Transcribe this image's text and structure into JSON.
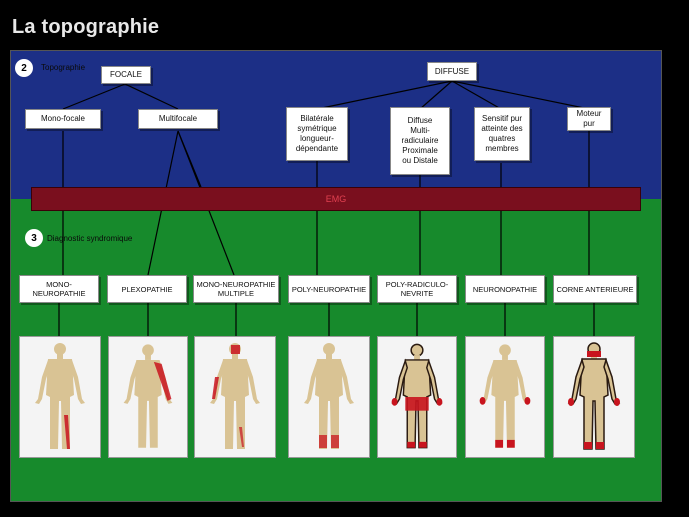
{
  "title": "La topographie",
  "section2": {
    "number": "2",
    "label": "Topographie"
  },
  "section3": {
    "number": "3",
    "label": "Diagnostic syndromique"
  },
  "topo": {
    "focale": "FOCALE",
    "diffuse": "DIFFUSE",
    "mono_focale": "Mono-focale",
    "multifocale": "Multifocale",
    "bilaterale": "Bilatérale\nsymétrique\nlongueur-\ndépendante",
    "diffuse_multi": "Diffuse\nMulti-\nradiculaire\nProximale\nou Distale",
    "sensitif": "Sensitif pur\natteinte des\nquatres\nmembres",
    "moteur": "Moteur\npur"
  },
  "emg": "EMG",
  "diagnostics": [
    "MONO-\nNEUROPATHIE",
    "PLEXOPATHIE",
    "MONO-NEUROPATHIE\nMULTIPLE",
    "POLY-NEUROPATHIE",
    "POLY-RADICULO-\nNEVRITE",
    "NEURONOPATHIE",
    "CORNE ANTERIEURE"
  ],
  "colors": {
    "blue_band": "#1c2f86",
    "green_band": "#178a2c",
    "emg_bar": "#7a0f1e",
    "body_skin": "#d9c394",
    "lesion_red": "#c8141e"
  }
}
